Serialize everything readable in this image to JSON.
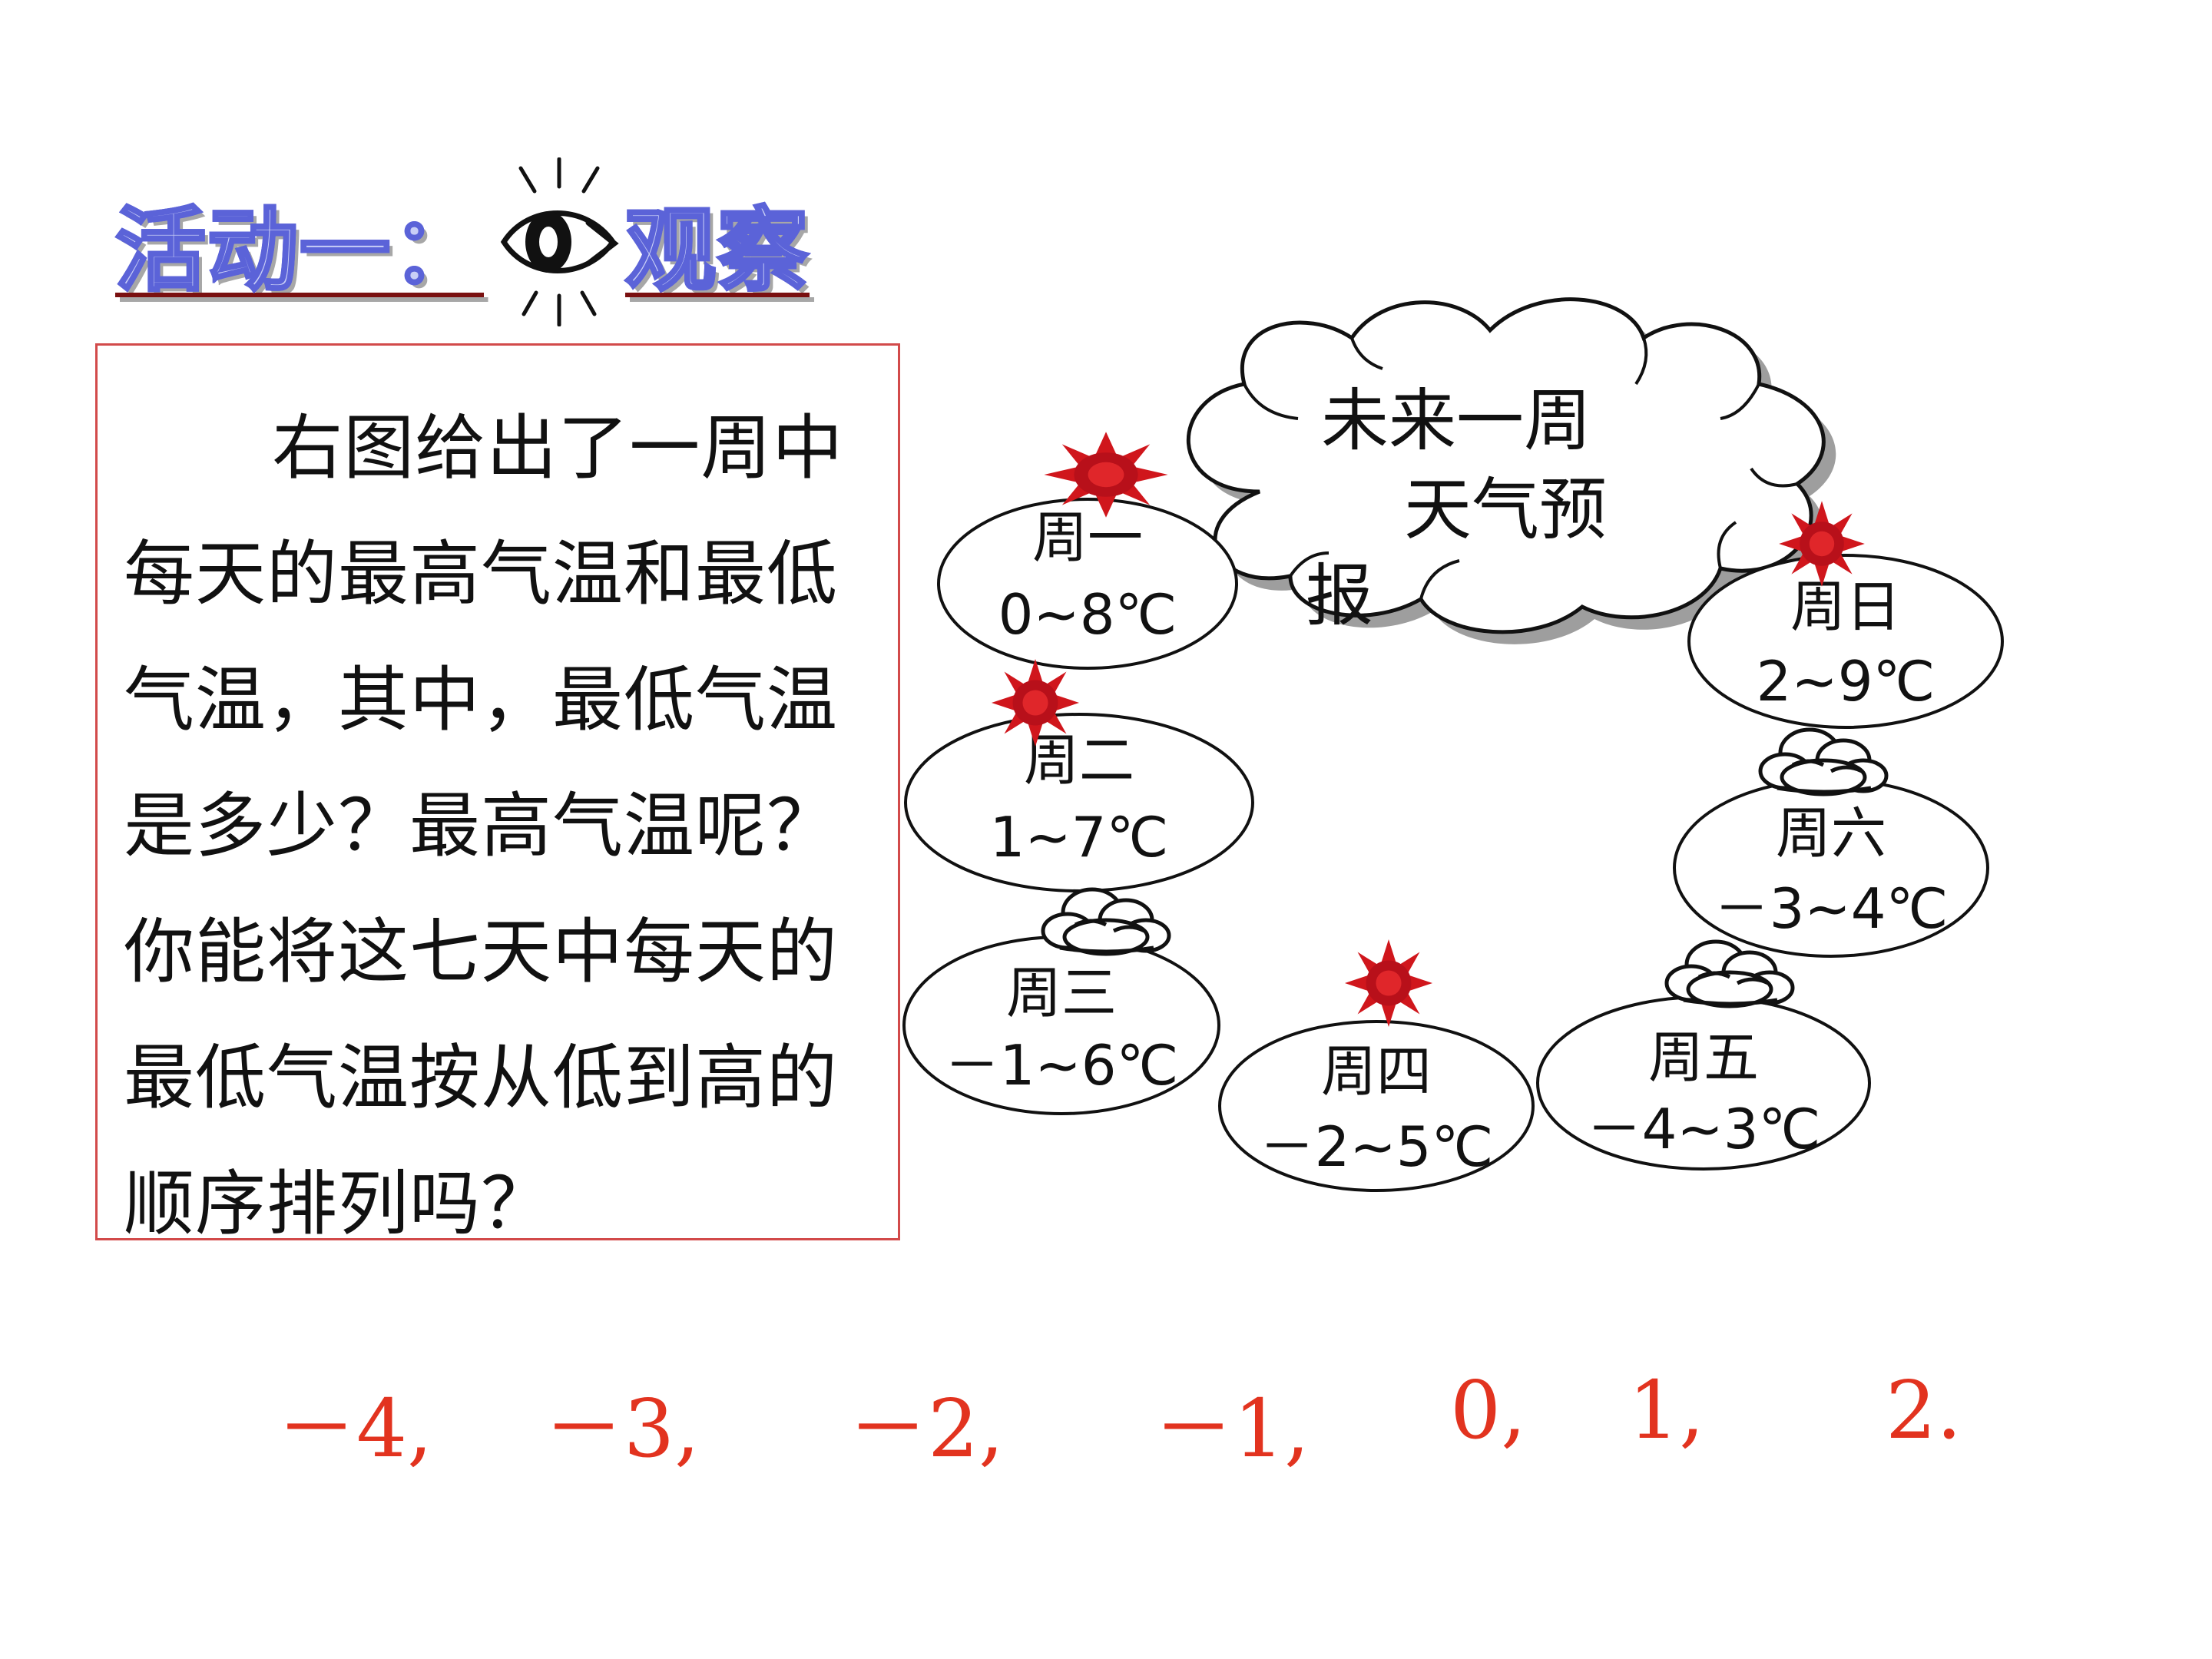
{
  "title": {
    "activity": "活动一：",
    "observe": "观察",
    "eye_icon": "eye-icon"
  },
  "question": "右图给出了一周中每天的最高气温和最低气温，其中，最低气温是多少？最高气温呢？你能将这七天中每天的最低气温按从低到高的顺序排列吗？",
  "forecast": {
    "title_line1": "未来一周",
    "title_line2": "天气预",
    "title_line3": "报",
    "days": [
      {
        "name": "周一",
        "temp": "0~8℃",
        "weather": "sun-icon"
      },
      {
        "name": "周二",
        "temp": "1~7℃",
        "weather": "sun-icon"
      },
      {
        "name": "周三",
        "temp": "－1~6℃",
        "weather": "cloud-icon"
      },
      {
        "name": "周四",
        "temp": "－2~5℃",
        "weather": "sun-icon"
      },
      {
        "name": "周五",
        "temp": "－4~3℃",
        "weather": "cloud-icon"
      },
      {
        "name": "周六",
        "temp": "－3~4℃",
        "weather": "cloud-icon"
      },
      {
        "name": "周日",
        "temp": "2~9℃",
        "weather": "sun-icon"
      }
    ]
  },
  "answer": [
    "－4,",
    "－3,",
    "－2,",
    "－1,",
    "0,",
    "1,",
    "2."
  ],
  "colors": {
    "answer": "#e2331f",
    "sun": "#c8141a",
    "box_border": "#d24a4a",
    "title_fill": "#c9cff6",
    "title_stroke": "#5b63d8"
  }
}
